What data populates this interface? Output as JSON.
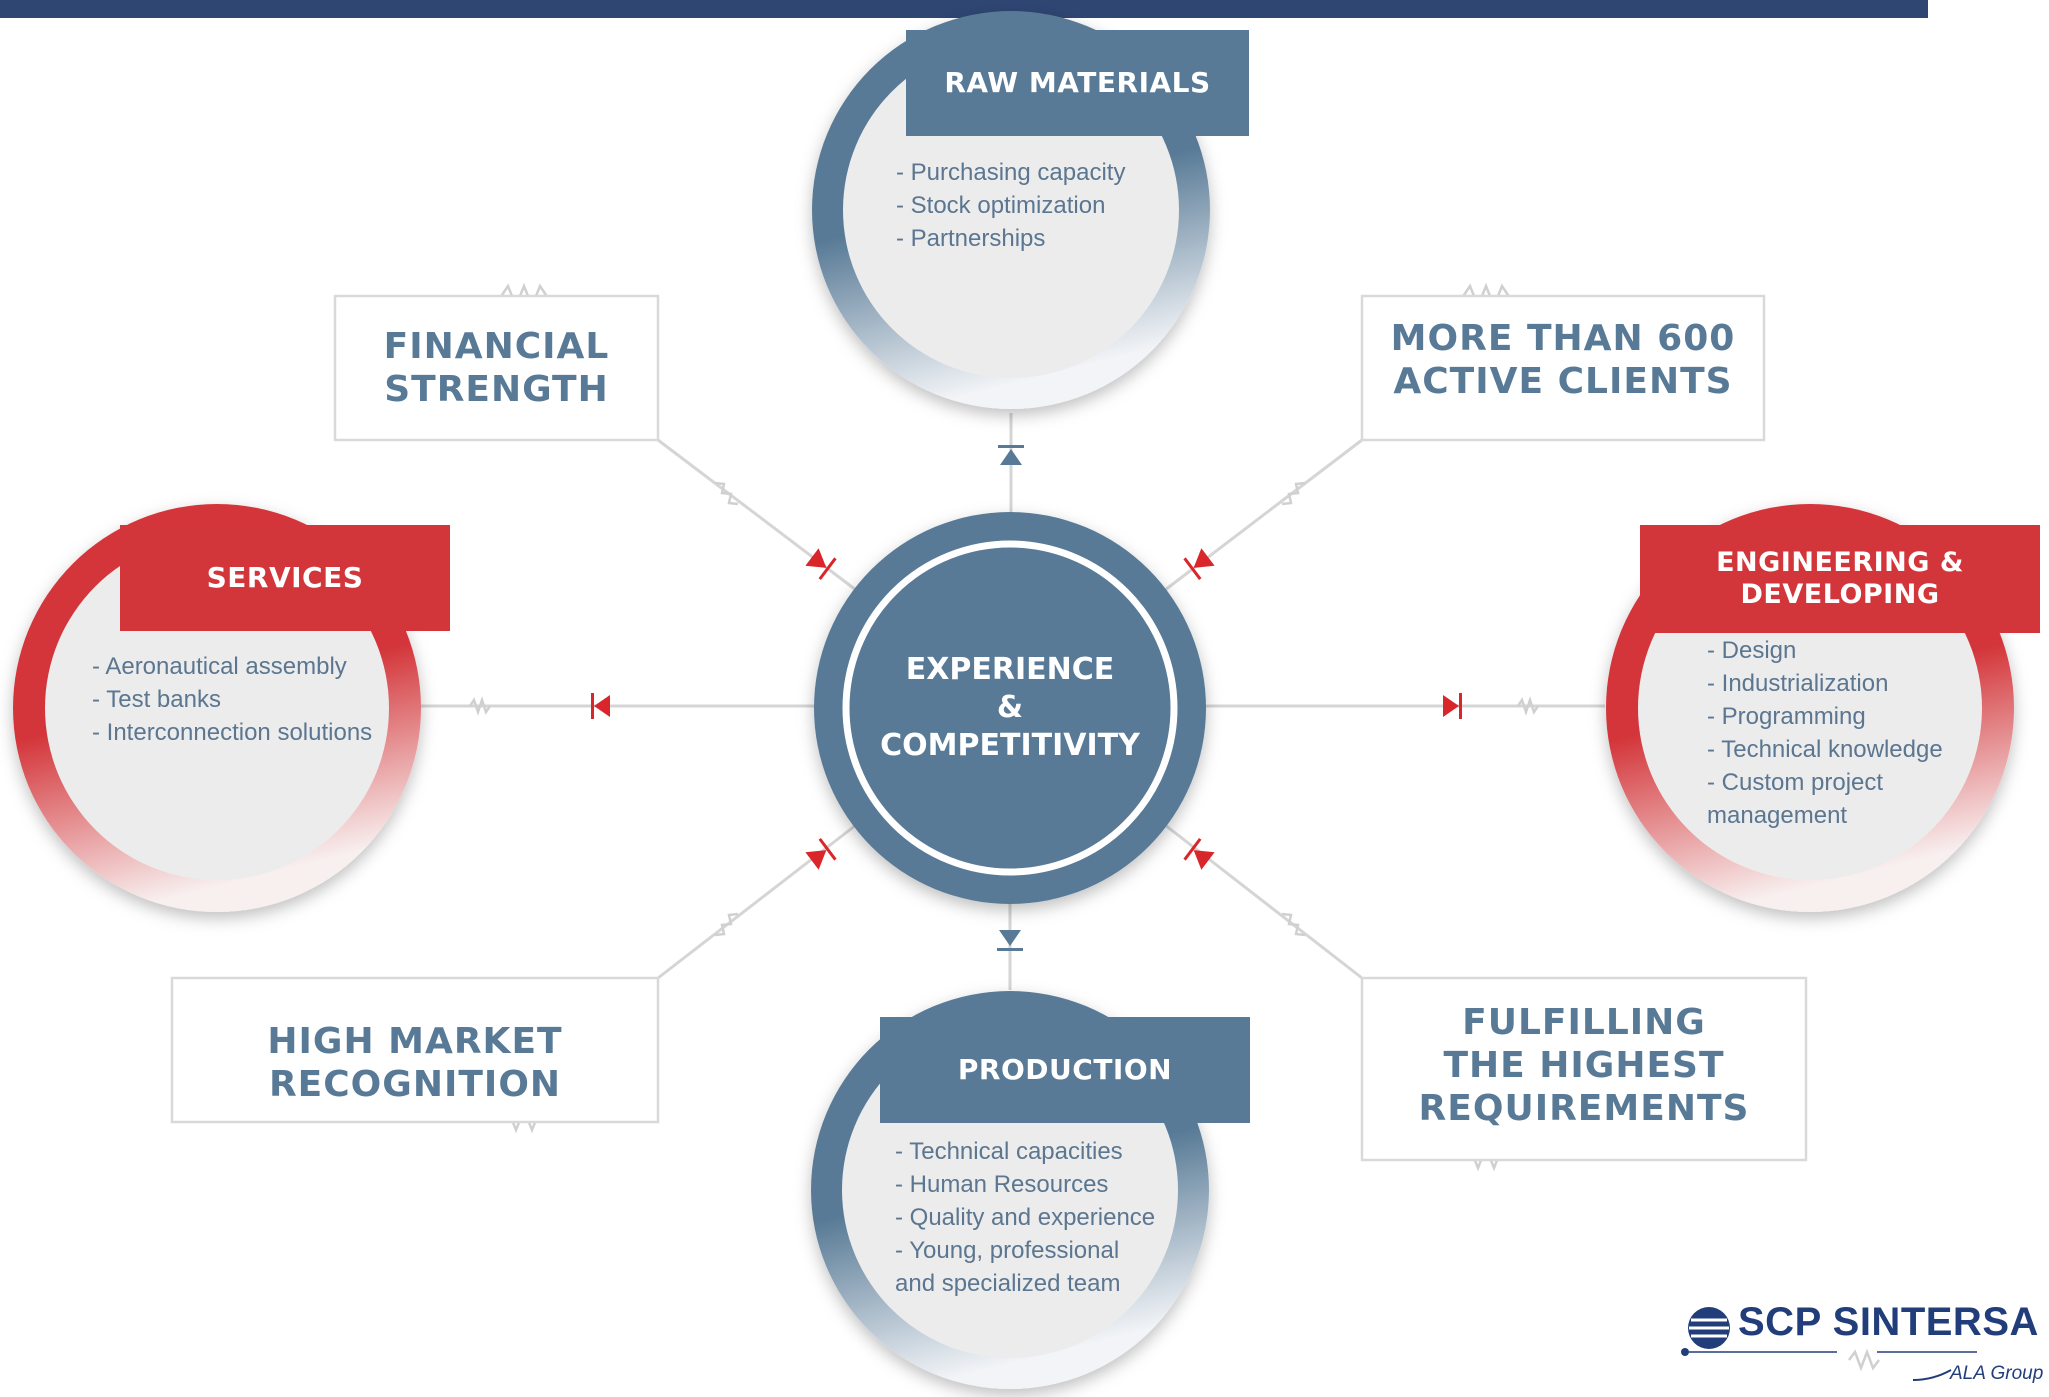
{
  "center": {
    "label": "EXPERIENCE\n&\nCOMPETITIVITY"
  },
  "nodes": {
    "raw_materials": {
      "title": "RAW MATERIALS",
      "items": "- Purchasing capacity\n- Stock optimization\n- Partnerships"
    },
    "services": {
      "title": "SERVICES",
      "items": "- Aeronautical assembly\n- Test banks\n- Interconnection solutions"
    },
    "engineering": {
      "title": "ENGINEERING &\nDEVELOPING",
      "items": "- Design\n- Industrialization\n- Programming\n- Technical knowledge\n- Custom project\nmanagement"
    },
    "production": {
      "title": "PRODUCTION",
      "items": "- Technical capacities\n- Human Resources\n- Quality and experience\n- Young, professional\nand specialized team"
    }
  },
  "statements": {
    "financial": "FINANCIAL\nSTRENGTH",
    "clients": "MORE THAN 600\nACTIVE CLIENTS",
    "market": "HIGH MARKET\nRECOGNITION",
    "requirements": "FULFILLING\nTHE HIGHEST\nREQUIREMENTS"
  },
  "logo": {
    "name": "SCP SINTERSA",
    "group": "ALA Group",
    "icon": "globe-icon"
  },
  "colors": {
    "blue": "#587a96",
    "red": "#d3363a",
    "navy": "#2f4673",
    "light_gray": "#ececec",
    "line_gray": "#d5d5d5",
    "arrow_red": "#d9262a"
  }
}
